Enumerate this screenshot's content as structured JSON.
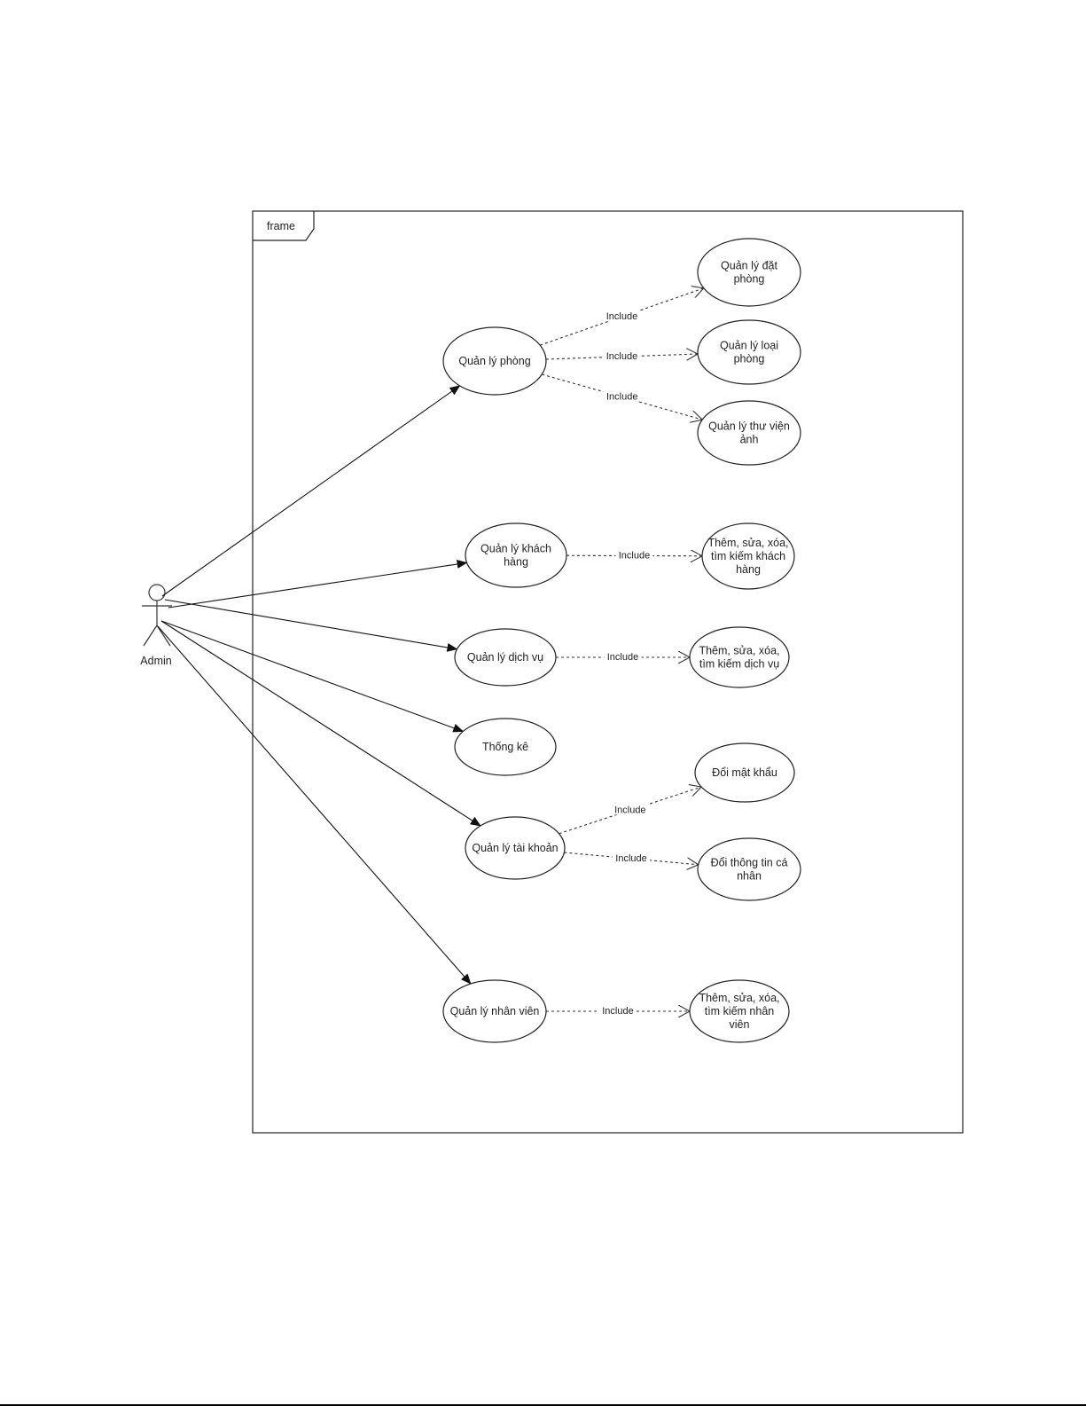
{
  "frame": {
    "label": "frame"
  },
  "actor": {
    "name": "Admin"
  },
  "use_cases": [
    {
      "id": "room",
      "lines": [
        "Quản lý phòng"
      ]
    },
    {
      "id": "booking",
      "lines": [
        "Quản lý đặt",
        "phòng"
      ]
    },
    {
      "id": "room_type",
      "lines": [
        "Quản lý loại",
        "phòng"
      ]
    },
    {
      "id": "gallery",
      "lines": [
        "Quản lý thư viện",
        "ảnh"
      ]
    },
    {
      "id": "customer",
      "lines": [
        "Quản lý khách",
        "hàng"
      ]
    },
    {
      "id": "customer_crud",
      "lines": [
        "Thêm, sửa, xóa,",
        "tìm kiếm khách",
        "hàng"
      ]
    },
    {
      "id": "service",
      "lines": [
        "Quản lý dịch vụ"
      ]
    },
    {
      "id": "service_crud",
      "lines": [
        "Thêm, sửa, xóa,",
        "tìm kiếm dịch vụ"
      ]
    },
    {
      "id": "stats",
      "lines": [
        "Thống kê"
      ]
    },
    {
      "id": "password",
      "lines": [
        "Đổi mật khẩu"
      ]
    },
    {
      "id": "account",
      "lines": [
        "Quản lý tài khoản"
      ]
    },
    {
      "id": "profile",
      "lines": [
        "Đổi thông tin cá",
        "nhân"
      ]
    },
    {
      "id": "staff",
      "lines": [
        "Quản lý nhân viên"
      ]
    },
    {
      "id": "staff_crud",
      "lines": [
        "Thêm, sửa, xóa,",
        "tìm kiếm nhân",
        "viên"
      ]
    }
  ],
  "associations": [
    {
      "from": "Admin",
      "to": "room"
    },
    {
      "from": "Admin",
      "to": "customer"
    },
    {
      "from": "Admin",
      "to": "service"
    },
    {
      "from": "Admin",
      "to": "stats"
    },
    {
      "from": "Admin",
      "to": "account"
    },
    {
      "from": "Admin",
      "to": "staff"
    }
  ],
  "includes": [
    {
      "from": "room",
      "to": "booking",
      "label": "Include"
    },
    {
      "from": "room",
      "to": "room_type",
      "label": "Include"
    },
    {
      "from": "room",
      "to": "gallery",
      "label": "Include"
    },
    {
      "from": "customer",
      "to": "customer_crud",
      "label": "Include"
    },
    {
      "from": "service",
      "to": "service_crud",
      "label": "Include"
    },
    {
      "from": "account",
      "to": "password",
      "label": "Include"
    },
    {
      "from": "account",
      "to": "profile",
      "label": "Include"
    },
    {
      "from": "staff",
      "to": "staff_crud",
      "label": "Include"
    }
  ]
}
